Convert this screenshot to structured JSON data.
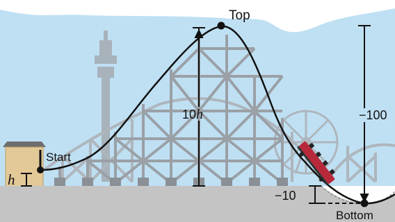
{
  "diagram": {
    "labels": {
      "top": "Top",
      "start": "Start",
      "bottom": "Bottom",
      "minus_100": "−100",
      "minus_10": "−10",
      "ten": "10",
      "h": "h"
    },
    "colors": {
      "sky": "#bfe0f3",
      "ground": "#c4c4c4",
      "structure": "#9aa0a6",
      "track": "#111111",
      "building": "#e3c998",
      "car": "#b8283b"
    }
  }
}
